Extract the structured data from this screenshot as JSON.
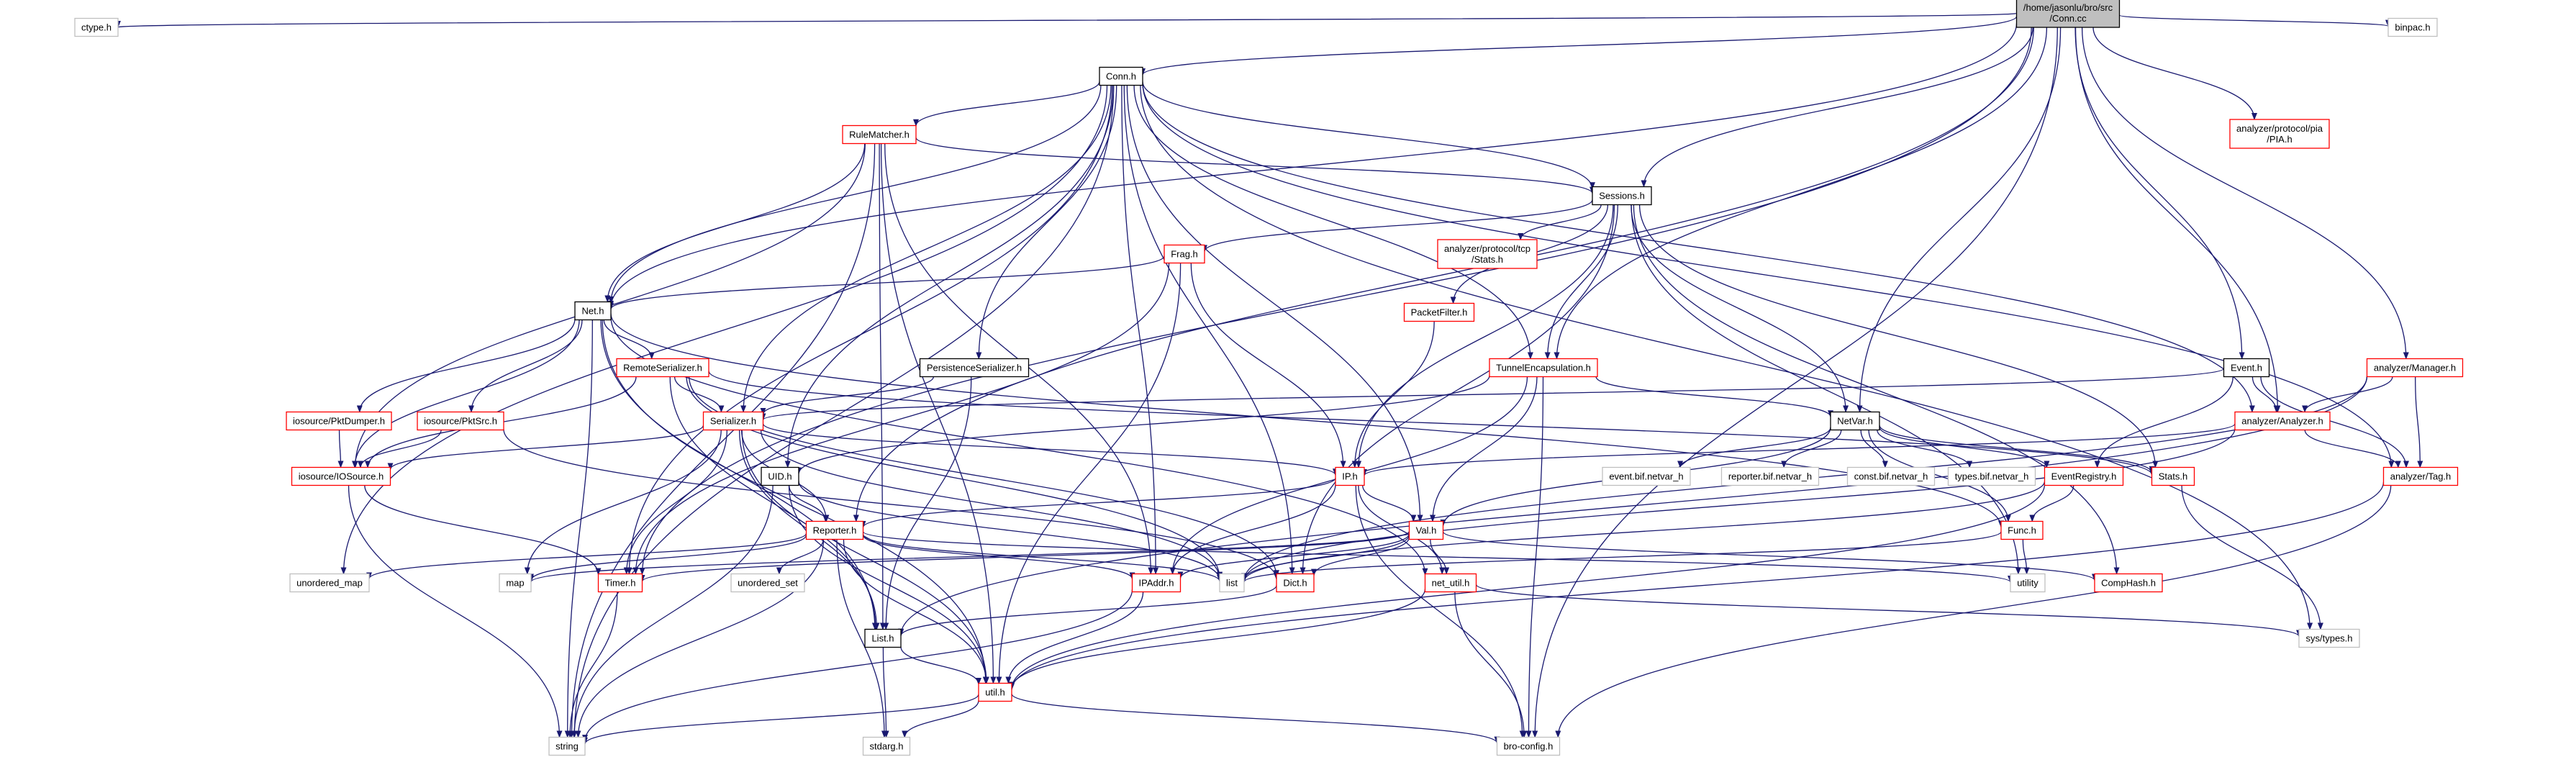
{
  "colors": {
    "edge": "#191970",
    "border_red": "#ff0000",
    "border_black": "#000000",
    "border_grey": "#bfbfbf",
    "root_fill": "#bfbfbf",
    "fill": "#ffffff"
  },
  "nodes": [
    {
      "id": "root",
      "lines": [
        "/home/jasonlu/bro/src",
        "/Conn.cc"
      ],
      "style": "root"
    },
    {
      "id": "ctype",
      "lines": [
        "ctype.h"
      ],
      "style": "grey"
    },
    {
      "id": "conn_h",
      "lines": [
        "Conn.h"
      ],
      "style": "black"
    },
    {
      "id": "binpac",
      "lines": [
        "binpac.h"
      ],
      "style": "grey"
    },
    {
      "id": "pia",
      "lines": [
        "analyzer/protocol/pia",
        "/PIA.h"
      ],
      "style": "red"
    },
    {
      "id": "rulematcher",
      "lines": [
        "RuleMatcher.h"
      ],
      "style": "red"
    },
    {
      "id": "sessions",
      "lines": [
        "Sessions.h"
      ],
      "style": "black"
    },
    {
      "id": "frag",
      "lines": [
        "Frag.h"
      ],
      "style": "red"
    },
    {
      "id": "tcpstats",
      "lines": [
        "analyzer/protocol/tcp",
        "/Stats.h"
      ],
      "style": "red"
    },
    {
      "id": "net",
      "lines": [
        "Net.h"
      ],
      "style": "black"
    },
    {
      "id": "packetfilter",
      "lines": [
        "PacketFilter.h"
      ],
      "style": "red"
    },
    {
      "id": "event",
      "lines": [
        "Event.h"
      ],
      "style": "black"
    },
    {
      "id": "amanager",
      "lines": [
        "analyzer/Manager.h"
      ],
      "style": "red"
    },
    {
      "id": "remoteser",
      "lines": [
        "RemoteSerializer.h"
      ],
      "style": "red"
    },
    {
      "id": "persist",
      "lines": [
        "PersistenceSerializer.h"
      ],
      "style": "black"
    },
    {
      "id": "tunnel",
      "lines": [
        "TunnelEncapsulation.h"
      ],
      "style": "red"
    },
    {
      "id": "aanalyzer",
      "lines": [
        "analyzer/Analyzer.h"
      ],
      "style": "red"
    },
    {
      "id": "pktdumper",
      "lines": [
        "iosource/PktDumper.h"
      ],
      "style": "red"
    },
    {
      "id": "pktsrc",
      "lines": [
        "iosource/PktSrc.h"
      ],
      "style": "red"
    },
    {
      "id": "serializer",
      "lines": [
        "Serializer.h"
      ],
      "style": "red"
    },
    {
      "id": "netvar",
      "lines": [
        "NetVar.h"
      ],
      "style": "black"
    },
    {
      "id": "iosource",
      "lines": [
        "iosource/IOSource.h"
      ],
      "style": "red"
    },
    {
      "id": "uid",
      "lines": [
        "UID.h"
      ],
      "style": "black"
    },
    {
      "id": "ip",
      "lines": [
        "IP.h"
      ],
      "style": "red"
    },
    {
      "id": "eventbif",
      "lines": [
        "event.bif.netvar_h"
      ],
      "style": "grey"
    },
    {
      "id": "reporterbif",
      "lines": [
        "reporter.bif.netvar_h"
      ],
      "style": "grey"
    },
    {
      "id": "constbif",
      "lines": [
        "const.bif.netvar_h"
      ],
      "style": "grey"
    },
    {
      "id": "typesbif",
      "lines": [
        "types.bif.netvar_h"
      ],
      "style": "grey"
    },
    {
      "id": "eventreg",
      "lines": [
        "EventRegistry.h"
      ],
      "style": "red"
    },
    {
      "id": "stats",
      "lines": [
        "Stats.h"
      ],
      "style": "red"
    },
    {
      "id": "atag",
      "lines": [
        "analyzer/Tag.h"
      ],
      "style": "red"
    },
    {
      "id": "reporter",
      "lines": [
        "Reporter.h"
      ],
      "style": "red"
    },
    {
      "id": "val",
      "lines": [
        "Val.h"
      ],
      "style": "red"
    },
    {
      "id": "func",
      "lines": [
        "Func.h"
      ],
      "style": "red"
    },
    {
      "id": "umap",
      "lines": [
        "unordered_map"
      ],
      "style": "grey"
    },
    {
      "id": "map",
      "lines": [
        "map"
      ],
      "style": "grey"
    },
    {
      "id": "timer",
      "lines": [
        "Timer.h"
      ],
      "style": "red"
    },
    {
      "id": "uset",
      "lines": [
        "unordered_set"
      ],
      "style": "grey"
    },
    {
      "id": "ipaddr",
      "lines": [
        "IPAddr.h"
      ],
      "style": "red"
    },
    {
      "id": "list",
      "lines": [
        "list"
      ],
      "style": "grey"
    },
    {
      "id": "dict",
      "lines": [
        "Dict.h"
      ],
      "style": "red"
    },
    {
      "id": "netutil",
      "lines": [
        "net_util.h"
      ],
      "style": "red"
    },
    {
      "id": "utility",
      "lines": [
        "utility"
      ],
      "style": "grey"
    },
    {
      "id": "comphash",
      "lines": [
        "CompHash.h"
      ],
      "style": "red"
    },
    {
      "id": "listh",
      "lines": [
        "List.h"
      ],
      "style": "black"
    },
    {
      "id": "systypes",
      "lines": [
        "sys/types.h"
      ],
      "style": "grey"
    },
    {
      "id": "util",
      "lines": [
        "util.h"
      ],
      "style": "red"
    },
    {
      "id": "string",
      "lines": [
        "string"
      ],
      "style": "grey"
    },
    {
      "id": "stdarg",
      "lines": [
        "stdarg.h"
      ],
      "style": "grey"
    },
    {
      "id": "broconfig",
      "lines": [
        "bro-config.h"
      ],
      "style": "grey"
    }
  ],
  "edges": [
    [
      "root",
      "ctype"
    ],
    [
      "root",
      "conn_h"
    ],
    [
      "root",
      "binpac"
    ],
    [
      "root",
      "pia"
    ],
    [
      "root",
      "sessions"
    ],
    [
      "root",
      "event"
    ],
    [
      "root",
      "amanager"
    ],
    [
      "root",
      "net"
    ],
    [
      "root",
      "timer"
    ],
    [
      "root",
      "tunnel"
    ],
    [
      "root",
      "netvar"
    ],
    [
      "root",
      "aanalyzer"
    ],
    [
      "root",
      "reporter"
    ],
    [
      "root",
      "broconfig"
    ],
    [
      "conn_h",
      "rulematcher"
    ],
    [
      "conn_h",
      "sessions"
    ],
    [
      "conn_h",
      "net"
    ],
    [
      "conn_h",
      "persist"
    ],
    [
      "conn_h",
      "tunnel"
    ],
    [
      "conn_h",
      "aanalyzer"
    ],
    [
      "conn_h",
      "serializer"
    ],
    [
      "conn_h",
      "uid"
    ],
    [
      "conn_h",
      "val"
    ],
    [
      "conn_h",
      "ipaddr"
    ],
    [
      "conn_h",
      "dict"
    ],
    [
      "conn_h",
      "timer"
    ],
    [
      "conn_h",
      "string"
    ],
    [
      "conn_h",
      "umap"
    ],
    [
      "conn_h",
      "systypes"
    ],
    [
      "conn_h",
      "atag"
    ],
    [
      "rulematcher",
      "sessions"
    ],
    [
      "rulematcher",
      "net"
    ],
    [
      "rulematcher",
      "listh"
    ],
    [
      "rulematcher",
      "ipaddr"
    ],
    [
      "rulematcher",
      "util"
    ],
    [
      "rulematcher",
      "iosource"
    ],
    [
      "rulematcher",
      "string"
    ],
    [
      "sessions",
      "frag"
    ],
    [
      "sessions",
      "tcpstats"
    ],
    [
      "sessions",
      "packetfilter"
    ],
    [
      "sessions",
      "tunnel"
    ],
    [
      "sessions",
      "netvar"
    ],
    [
      "sessions",
      "ip"
    ],
    [
      "sessions",
      "stats"
    ],
    [
      "sessions",
      "dict"
    ],
    [
      "sessions",
      "comphash"
    ],
    [
      "sessions",
      "utility"
    ],
    [
      "frag",
      "net"
    ],
    [
      "frag",
      "ip"
    ],
    [
      "frag",
      "util"
    ],
    [
      "frag",
      "timer"
    ],
    [
      "packetfilter",
      "ip"
    ],
    [
      "tunnel",
      "netvar"
    ],
    [
      "tunnel",
      "ipaddr"
    ],
    [
      "tunnel",
      "val"
    ],
    [
      "tunnel",
      "uid"
    ],
    [
      "tunnel",
      "broconfig"
    ],
    [
      "event",
      "eventreg"
    ],
    [
      "event",
      "serializer"
    ],
    [
      "event",
      "aanalyzer"
    ],
    [
      "event",
      "atag"
    ],
    [
      "amanager",
      "aanalyzer"
    ],
    [
      "amanager",
      "atag"
    ],
    [
      "amanager",
      "list"
    ],
    [
      "amanager",
      "listh"
    ],
    [
      "aanalyzer",
      "atag"
    ],
    [
      "aanalyzer",
      "ip"
    ],
    [
      "aanalyzer",
      "list"
    ],
    [
      "net",
      "remoteser"
    ],
    [
      "net",
      "pktdumper"
    ],
    [
      "net",
      "pktsrc"
    ],
    [
      "net",
      "iosource"
    ],
    [
      "net",
      "util"
    ],
    [
      "net",
      "func"
    ],
    [
      "net",
      "string"
    ],
    [
      "net",
      "netutil"
    ],
    [
      "net",
      "listh"
    ],
    [
      "remoteser",
      "serializer"
    ],
    [
      "remoteser",
      "iosource"
    ],
    [
      "remoteser",
      "stats"
    ],
    [
      "remoteser",
      "dict"
    ],
    [
      "remoteser",
      "list"
    ],
    [
      "remoteser",
      "listh"
    ],
    [
      "persist",
      "serializer"
    ],
    [
      "persist",
      "listh"
    ],
    [
      "pktdumper",
      "iosource"
    ],
    [
      "pktsrc",
      "iosource"
    ],
    [
      "pktsrc",
      "dict"
    ],
    [
      "serializer",
      "ip"
    ],
    [
      "serializer",
      "iosource"
    ],
    [
      "serializer",
      "reporter"
    ],
    [
      "serializer",
      "map"
    ],
    [
      "serializer",
      "timer"
    ],
    [
      "serializer",
      "listh"
    ],
    [
      "serializer",
      "list"
    ],
    [
      "serializer",
      "util"
    ],
    [
      "netvar",
      "val"
    ],
    [
      "netvar",
      "func"
    ],
    [
      "netvar",
      "eventbif"
    ],
    [
      "netvar",
      "reporterbif"
    ],
    [
      "netvar",
      "constbif"
    ],
    [
      "netvar",
      "typesbif"
    ],
    [
      "netvar",
      "eventreg"
    ],
    [
      "netvar",
      "stats"
    ],
    [
      "iosource",
      "string"
    ],
    [
      "iosource",
      "timer"
    ],
    [
      "uid",
      "reporter"
    ],
    [
      "uid",
      "util"
    ],
    [
      "uid",
      "string"
    ],
    [
      "uid",
      "list"
    ],
    [
      "ip",
      "reporter"
    ],
    [
      "ip",
      "val"
    ],
    [
      "ip",
      "ipaddr"
    ],
    [
      "ip",
      "netutil"
    ],
    [
      "ip",
      "broconfig"
    ],
    [
      "eventreg",
      "func"
    ],
    [
      "eventreg",
      "list"
    ],
    [
      "eventreg",
      "util"
    ],
    [
      "stats",
      "systypes"
    ],
    [
      "atag",
      "util"
    ],
    [
      "atag",
      "broconfig"
    ],
    [
      "reporter",
      "umap"
    ],
    [
      "reporter",
      "map"
    ],
    [
      "reporter",
      "uset"
    ],
    [
      "reporter",
      "ipaddr"
    ],
    [
      "reporter",
      "list"
    ],
    [
      "reporter",
      "util"
    ],
    [
      "reporter",
      "string"
    ],
    [
      "reporter",
      "stdarg"
    ],
    [
      "reporter",
      "utility"
    ],
    [
      "val",
      "ipaddr"
    ],
    [
      "val",
      "dict"
    ],
    [
      "val",
      "netutil"
    ],
    [
      "val",
      "list"
    ],
    [
      "val",
      "timer"
    ],
    [
      "val",
      "map"
    ],
    [
      "val",
      "comphash"
    ],
    [
      "func",
      "list"
    ],
    [
      "func",
      "utility"
    ],
    [
      "timer",
      "string"
    ],
    [
      "ipaddr",
      "util"
    ],
    [
      "ipaddr",
      "string"
    ],
    [
      "dict",
      "listh"
    ],
    [
      "netutil",
      "util"
    ],
    [
      "netutil",
      "broconfig"
    ],
    [
      "netutil",
      "systypes"
    ],
    [
      "listh",
      "util"
    ],
    [
      "listh",
      "stdarg"
    ],
    [
      "util",
      "string"
    ],
    [
      "util",
      "stdarg"
    ],
    [
      "util",
      "broconfig"
    ]
  ]
}
